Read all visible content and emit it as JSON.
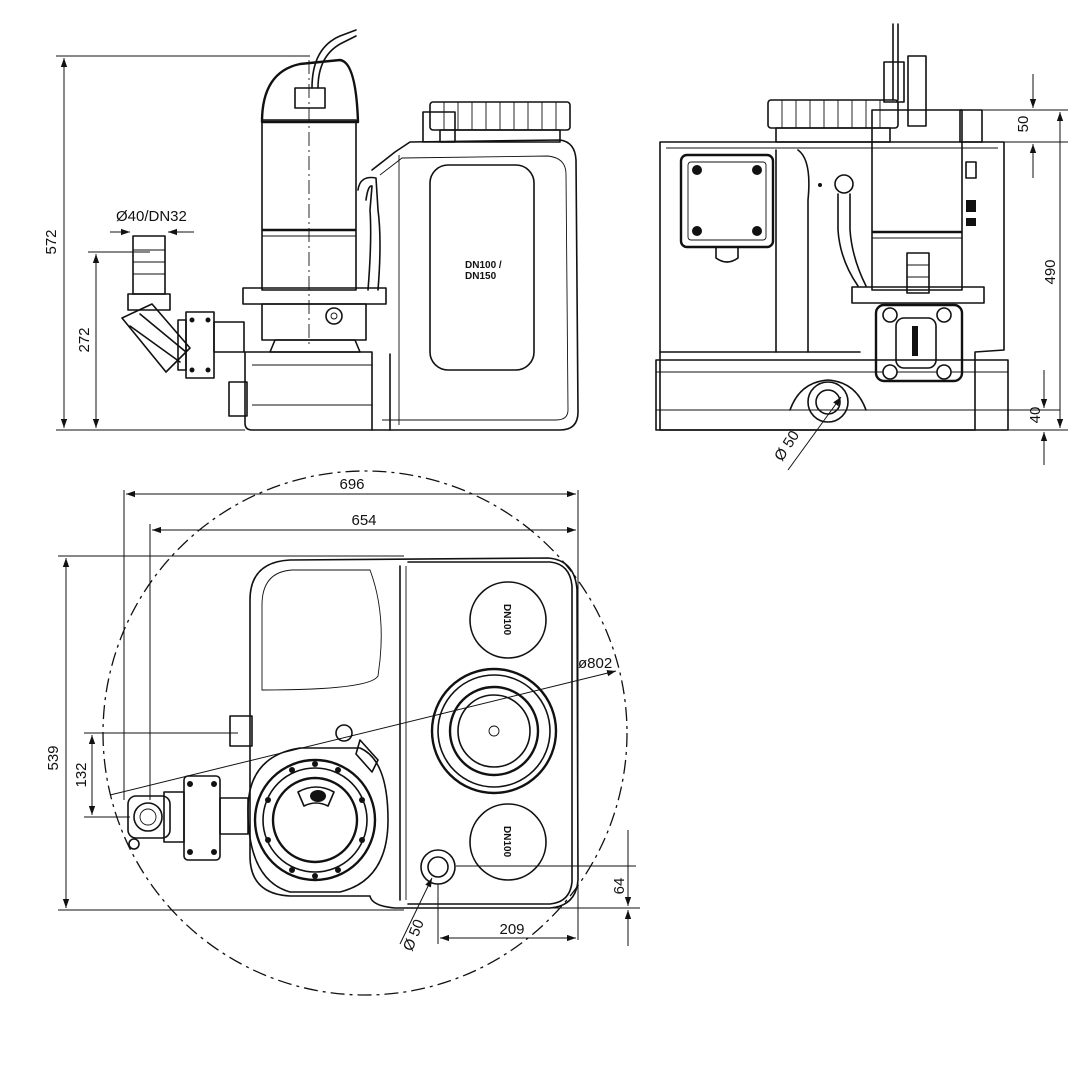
{
  "side_view": {
    "dim_height_total": "572",
    "dim_outlet_height": "272",
    "dim_outlet_diameter": "Ø40/DN32",
    "inlet_label_line1": "DN100 /",
    "inlet_label_line2": "DN150"
  },
  "front_view": {
    "dim_height_body": "490",
    "dim_top_extension": "50",
    "dim_base": "40",
    "dim_port_diameter": "Ø 50"
  },
  "top_view": {
    "dim_width_total": "696",
    "dim_width_body": "654",
    "dim_depth": "539",
    "dim_outlet_offset": "132",
    "dim_circle_diameter": "ø802",
    "dim_port_offset": "64",
    "dim_port_distance": "209",
    "dim_port_diameter": "Ø 50",
    "inlet_label_a": "DN100",
    "inlet_label_b": "DN100"
  }
}
